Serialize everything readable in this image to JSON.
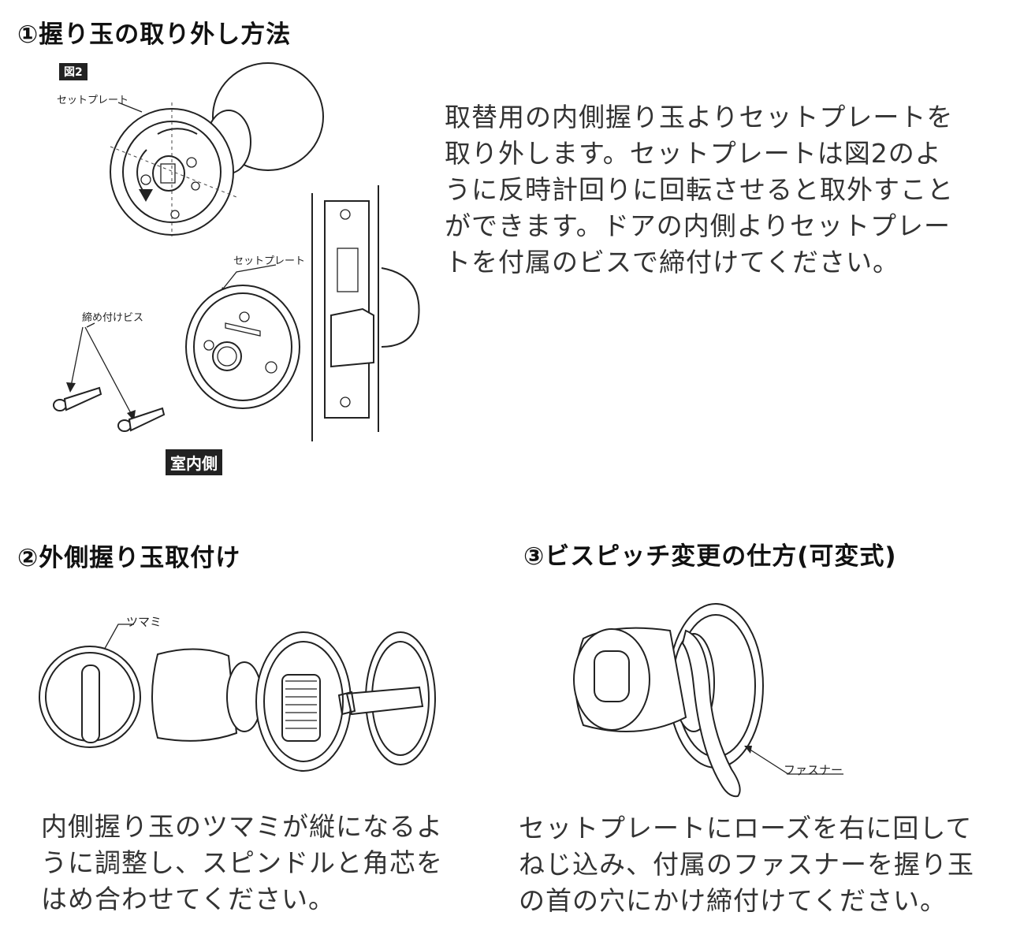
{
  "section1": {
    "title": "①握り玉の取り外し方法",
    "figure_badge": "図2",
    "label_setplate_top": "セットプレート",
    "label_setplate_mid": "セットプレート",
    "label_screws": "締め付けビス",
    "badge_indoor": "室内側",
    "description_lines": [
      "取替用の内側握り玉よりセットプレートを",
      "取り外します。セットプレートは図2のよ",
      "うに反時計回りに回転させると取外すこと",
      "ができます。ドアの内側よりセットプレー",
      "トを付属のビスで締付けてください。"
    ]
  },
  "section2": {
    "title": "②外側握り玉取付け",
    "label_knob": "ツマミ",
    "description_lines": [
      "内側握り玉のツマミが縦になるよ",
      "うに調整し、スピンドルと角芯を",
      "はめ合わせてください。"
    ]
  },
  "section3": {
    "title": "③ビスピッチ変更の仕方(可変式)",
    "label_fastener": "ファスナー",
    "description_lines": [
      "セットプレートにローズを右に回して",
      "ねじ込み、付属のファスナーを握り玉",
      "の首の穴にかけ締付けてください。"
    ]
  }
}
